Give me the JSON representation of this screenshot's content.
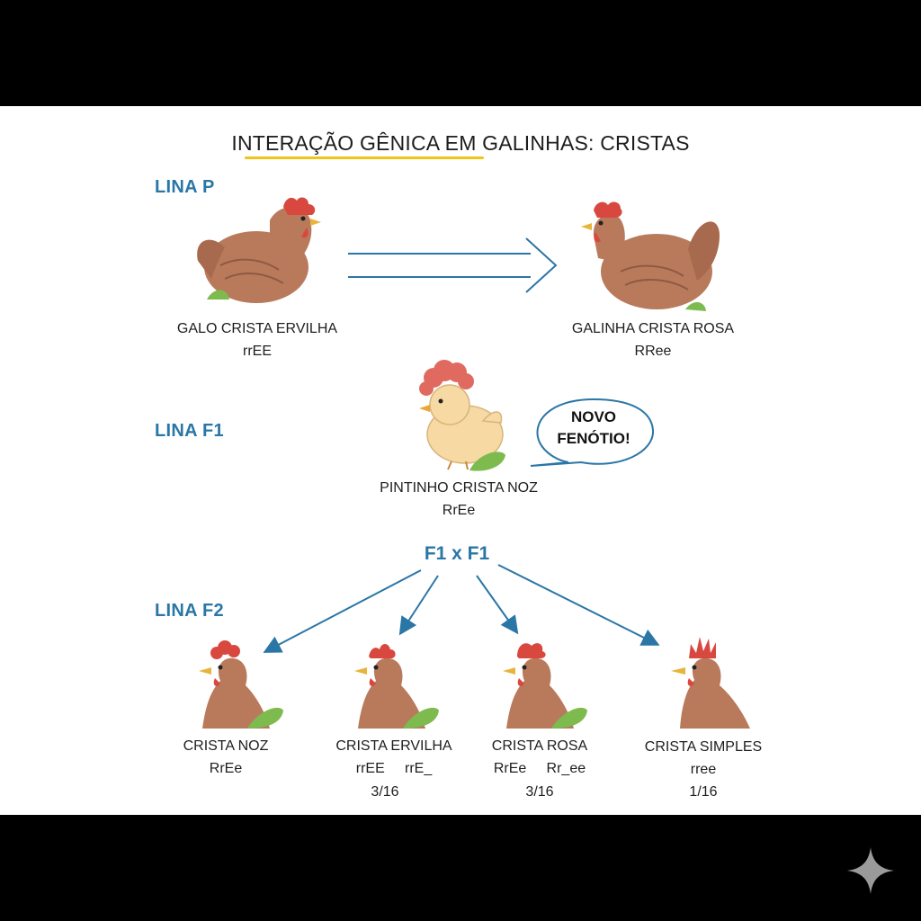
{
  "title": "INTERAÇÃO GÊNICA EM GALINHAS: CRISTAS",
  "rows": {
    "p": "LINA P",
    "f1": "LINA F1",
    "f2": "LINA F2"
  },
  "parents": {
    "male": {
      "name": "GALO CRISTA ERVILHA",
      "genotype": "rrEE"
    },
    "female": {
      "name": "GALINHA CRISTA ROSA",
      "genotype": "RRee"
    }
  },
  "f1": {
    "name": "PINTINHO CRISTA NOZ",
    "genotype": "RrEe",
    "bubble_line1": "NOVO",
    "bubble_line2": "FENÓTIO!"
  },
  "cross_label": "F1 x F1",
  "f2": [
    {
      "name": "CRISTA NOZ",
      "genotype": "RrEe",
      "ratio": ""
    },
    {
      "name": "CRISTA ERVILHA",
      "genotype": "rrEE     rrE_",
      "ratio": "3/16"
    },
    {
      "name": "CRISTA ROSA",
      "genotype": "RrEe     Rr_ee",
      "ratio": "3/16"
    },
    {
      "name": "CRISTA SIMPLES",
      "genotype": "rree",
      "ratio": "1/16"
    }
  ],
  "colors": {
    "accent_blue": "#2a76a6",
    "underline_yellow": "#f2c318",
    "hen_body": "#b97a5c",
    "comb_red": "#d9483f",
    "chick_body": "#f6d9a3",
    "leaf_green": "#7dbb4f"
  },
  "icons": {
    "arrow": "double-line-right-arrow",
    "watermark": "sparkle-icon"
  }
}
